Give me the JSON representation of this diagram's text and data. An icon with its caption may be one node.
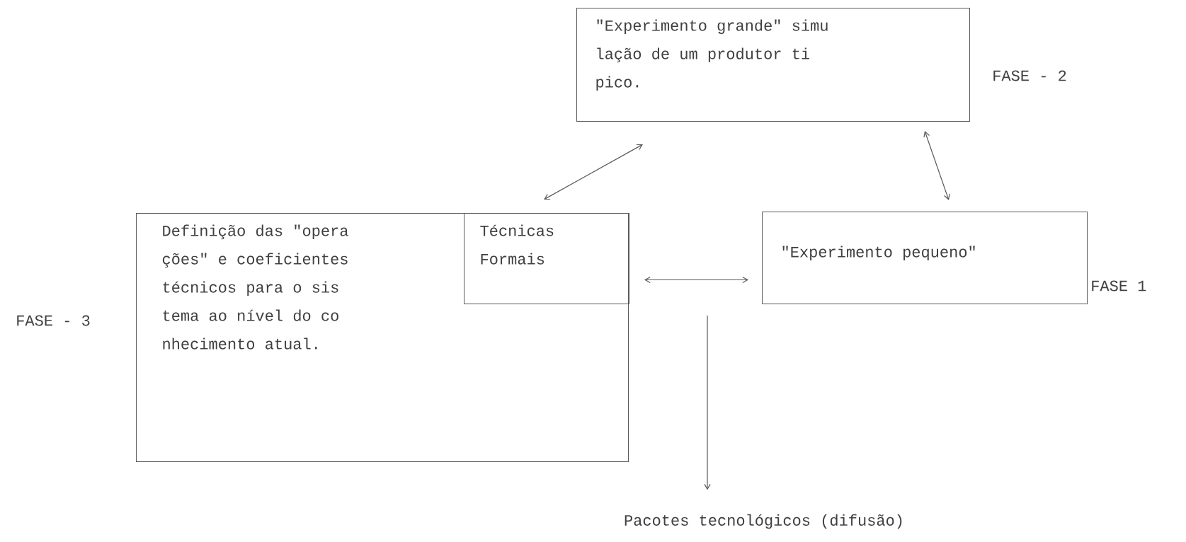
{
  "diagram": {
    "nodes": [
      {
        "text": [
          "\"Experimento grande\" simu lação de um produtor ti pico."
        ],
        "beside": [
          "FASE - 2"
        ]
      },
      {
        "text": [
          "Definição das \"opera ções\" e coeficientes técnicos para o sis tema ao nível do co nhecimento atual."
        ],
        "beside": [
          "FASE - 3"
        ]
      },
      {
        "text": [
          "Técnicas Formais"
        ],
        "in": 1
      },
      {
        "text": [
          "\"Experimento pequeno\""
        ],
        "beside": [
          "FASE 1"
        ]
      },
      {
        "text": [
          "Pacotes tecnológicos (difusão)"
        ]
      }
    ],
    "edges": [
      {
        "from": 0,
        "to": 1,
        "arrow": "both"
      },
      {
        "from": 0,
        "to": 3,
        "arrow": "both"
      },
      {
        "from": 2,
        "to": 3,
        "arrow": "both"
      },
      {
        "from": null,
        "to": 4,
        "arrow": "to"
      }
    ]
  }
}
